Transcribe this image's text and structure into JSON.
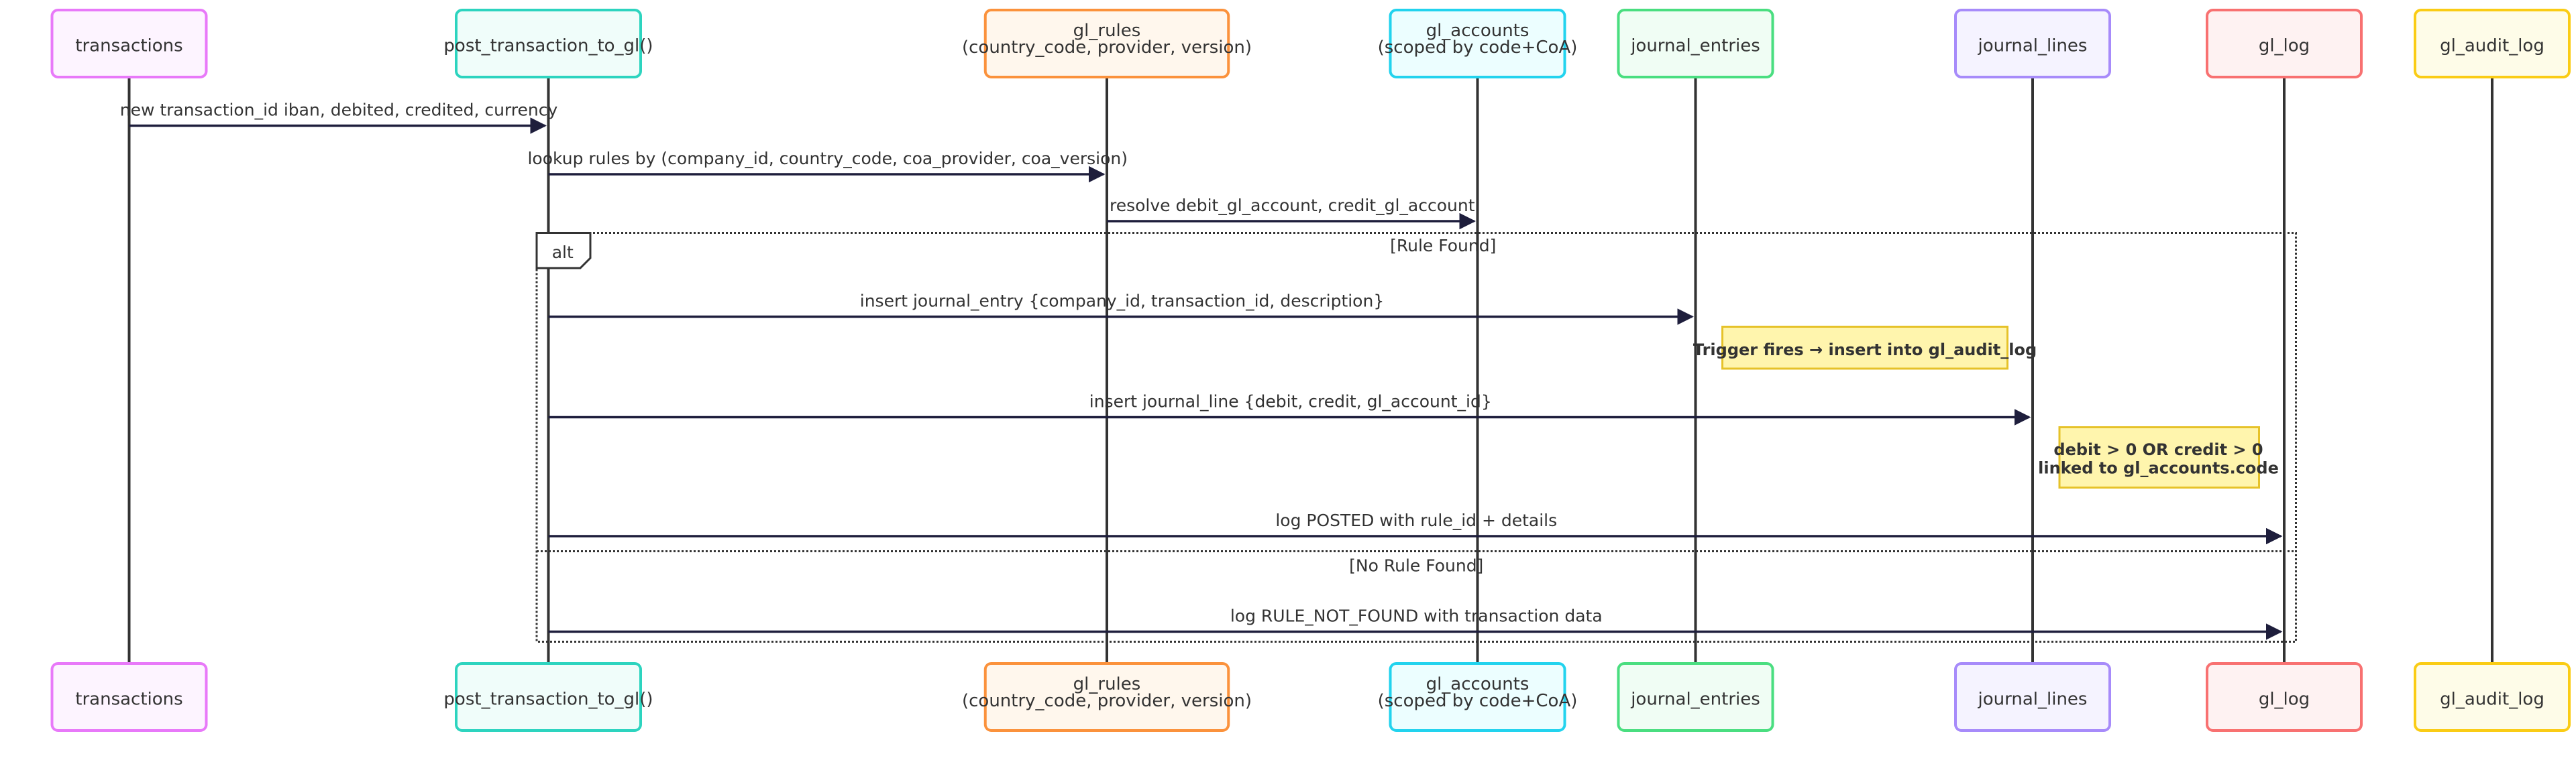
{
  "participants": [
    {
      "id": "transactions",
      "lines": [
        "transactions"
      ],
      "stroke": "#e879f9",
      "fill": "#fdf4ff"
    },
    {
      "id": "post_transaction_to_gl",
      "lines": [
        "post_transaction_to_gl()"
      ],
      "stroke": "#2dd4bf",
      "fill": "#f0fdfa"
    },
    {
      "id": "gl_rules",
      "lines": [
        "gl_rules",
        "(country_code, provider, version)"
      ],
      "stroke": "#fb923c",
      "fill": "#fff7ed"
    },
    {
      "id": "gl_accounts",
      "lines": [
        "gl_accounts",
        "(scoped by code+CoA)"
      ],
      "stroke": "#22d3ee",
      "fill": "#ecfeff"
    },
    {
      "id": "journal_entries",
      "lines": [
        "journal_entries"
      ],
      "stroke": "#4ade80",
      "fill": "#f0fdf4"
    },
    {
      "id": "journal_lines",
      "lines": [
        "journal_lines"
      ],
      "stroke": "#a78bfa",
      "fill": "#f5f3ff"
    },
    {
      "id": "gl_log",
      "lines": [
        "gl_log"
      ],
      "stroke": "#f87171",
      "fill": "#fef2f2"
    },
    {
      "id": "gl_audit_log",
      "lines": [
        "gl_audit_log"
      ],
      "stroke": "#facc15",
      "fill": "#fefce8"
    }
  ],
  "messages": [
    {
      "from": "transactions",
      "to": "post_transaction_to_gl",
      "label": "new transaction_id iban, debited, credited, currency"
    },
    {
      "from": "post_transaction_to_gl",
      "to": "gl_rules",
      "label": "lookup rules by (company_id, country_code, coa_provider, coa_version)"
    },
    {
      "from": "gl_rules",
      "to": "gl_accounts",
      "label": "resolve debit_gl_account, credit_gl_account"
    },
    {
      "from": "post_transaction_to_gl",
      "to": "journal_entries",
      "label": "insert journal_entry {company_id, transaction_id, description}"
    },
    {
      "from": "post_transaction_to_gl",
      "to": "journal_lines",
      "label": "insert journal_line {debit, credit, gl_account_id}"
    },
    {
      "from": "post_transaction_to_gl",
      "to": "gl_log",
      "label": "log POSTED with rule_id + details"
    },
    {
      "from": "post_transaction_to_gl",
      "to": "gl_log",
      "label": "log RULE_NOT_FOUND with transaction data"
    }
  ],
  "notes": [
    {
      "lines": [
        "Trigger fires → insert into gl_audit_log"
      ]
    },
    {
      "lines": [
        "debit > 0 OR credit > 0",
        "linked to gl_accounts.code"
      ]
    }
  ],
  "alt": {
    "keyword": "alt",
    "condition": "[Rule Found]",
    "else_condition": "[No Rule Found]"
  },
  "colors": {
    "line": "#333333",
    "arrow": "#1e1e3c",
    "note_fill": "#fff5ad",
    "note_stroke": "#e6c229"
  }
}
